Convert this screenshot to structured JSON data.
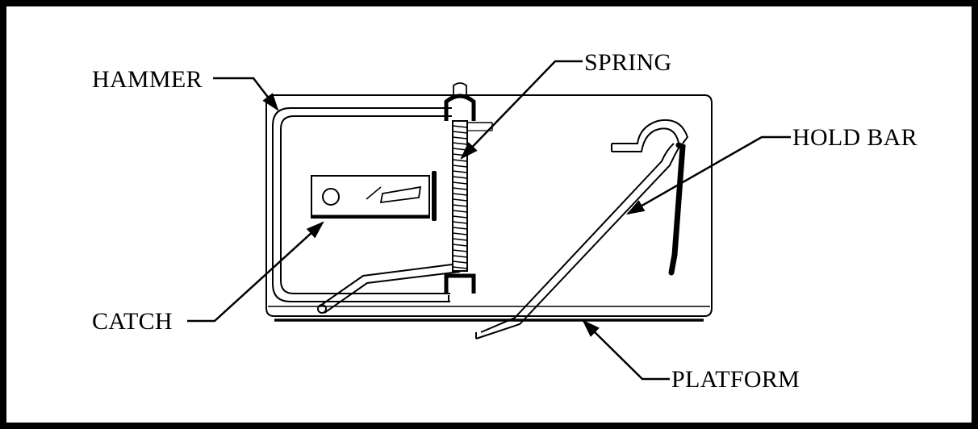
{
  "labels": {
    "hammer": "HAMMER",
    "spring": "SPRING",
    "hold_bar": "HOLD BAR",
    "catch": "CATCH",
    "platform": "PLATFORM"
  },
  "colors": {
    "ink": "#000000",
    "paper": "#ffffff",
    "frame": "#000000"
  }
}
